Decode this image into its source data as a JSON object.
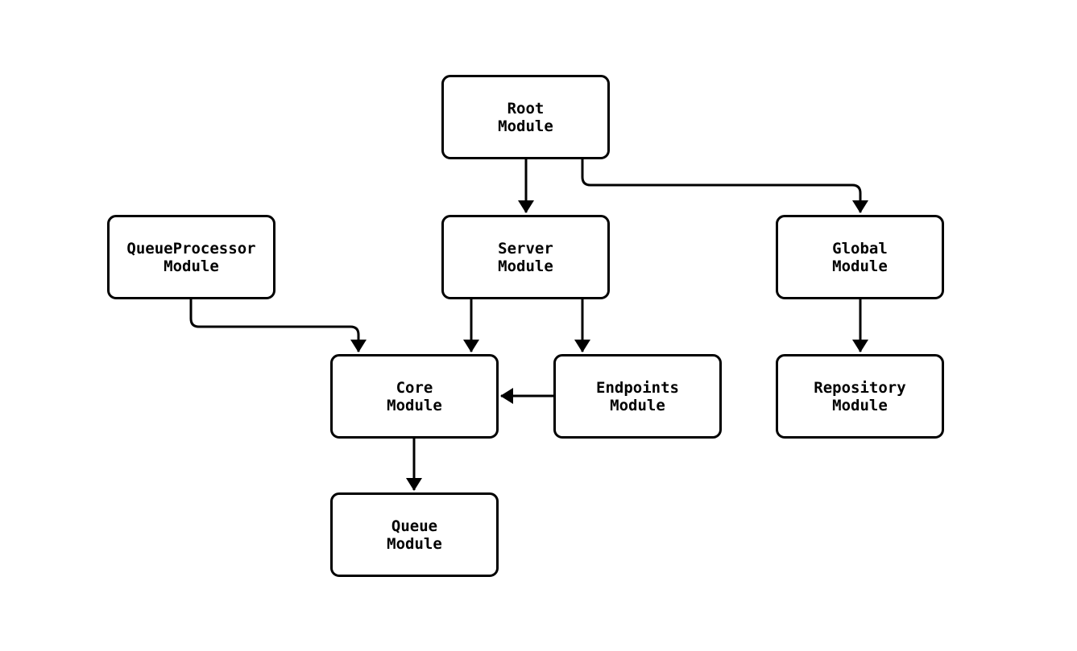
{
  "diagram": {
    "type": "module-dependency-flowchart",
    "colors": {
      "background": "#ffffff",
      "node_fill": "#ffffff",
      "stroke": "#000000",
      "text": "#000000"
    },
    "nodes": [
      {
        "id": "root",
        "label": "Root\nModule"
      },
      {
        "id": "queueprocessor",
        "label": "QueueProcessor\nModule"
      },
      {
        "id": "server",
        "label": "Server\nModule"
      },
      {
        "id": "global",
        "label": "Global\nModule"
      },
      {
        "id": "core",
        "label": "Core\nModule"
      },
      {
        "id": "endpoints",
        "label": "Endpoints\nModule"
      },
      {
        "id": "repository",
        "label": "Repository\nModule"
      },
      {
        "id": "queue",
        "label": "Queue\nModule"
      }
    ],
    "edges": [
      {
        "from": "root",
        "to": "server"
      },
      {
        "from": "root",
        "to": "global"
      },
      {
        "from": "queueprocessor",
        "to": "core"
      },
      {
        "from": "server",
        "to": "core"
      },
      {
        "from": "server",
        "to": "endpoints"
      },
      {
        "from": "endpoints",
        "to": "core"
      },
      {
        "from": "global",
        "to": "repository"
      },
      {
        "from": "core",
        "to": "queue"
      }
    ]
  }
}
